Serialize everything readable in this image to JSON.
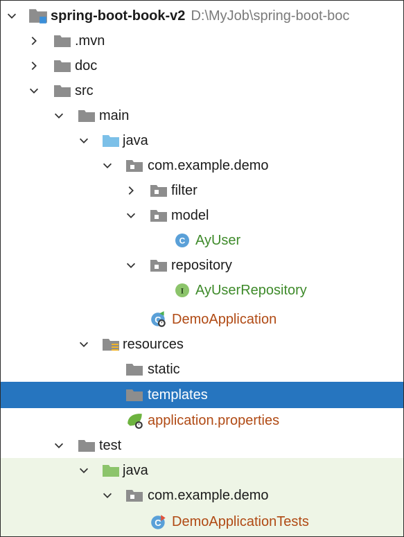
{
  "tree": {
    "root_name": "spring-boot-book-v2",
    "root_path": "D:\\MyJob\\spring-boot-boc",
    "mvn": ".mvn",
    "doc": "doc",
    "src": "src",
    "main": "main",
    "main_java": "java",
    "main_package": "com.example.demo",
    "filter": "filter",
    "model": "model",
    "ay_user": "AyUser",
    "repository": "repository",
    "ay_user_repository": "AyUserRepository",
    "demo_application": "DemoApplication",
    "resources": "resources",
    "static": "static",
    "templates": "templates",
    "application_properties": "application.properties",
    "test": "test",
    "test_java": "java",
    "test_package": "com.example.demo",
    "demo_application_tests": "DemoApplicationTests"
  },
  "icons": {
    "class_badge": "C",
    "interface_badge": "I"
  },
  "colors": {
    "folder": "#8d8d8d",
    "source_folder": "#7cc0e8",
    "test_folder": "#8cc46b",
    "selection": "#2675bf",
    "test_row_bg": "#eef5e6",
    "class_text": "#3e8a2a",
    "app_text": "#b04a14"
  }
}
